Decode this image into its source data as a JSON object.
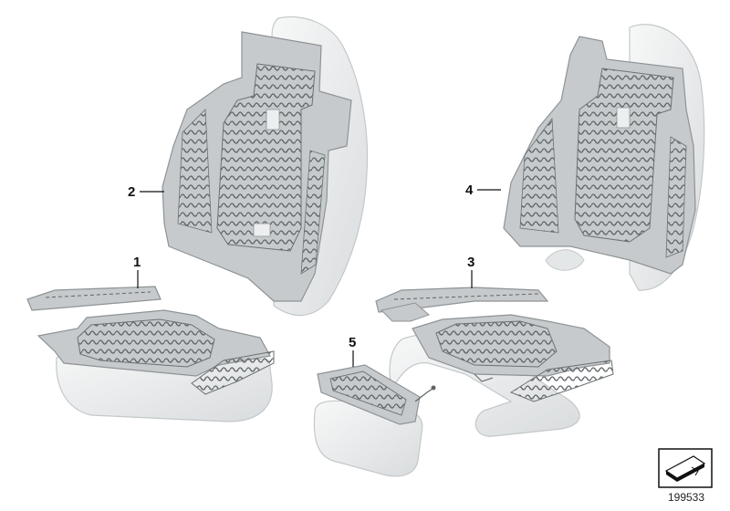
{
  "callouts": {
    "part1": "1",
    "part2": "2",
    "part3": "3",
    "part4": "4",
    "part5": "5"
  },
  "document_number": "199533",
  "colors": {
    "shell_fill": "#eceeef",
    "shell_edge": "#c4c8ca",
    "mat_fill": "#c6cacc",
    "mat_edge": "#8e9396",
    "wire": "#5f6467",
    "label": "#111111"
  },
  "icons": [
    "cutaway-arrow-icon"
  ]
}
